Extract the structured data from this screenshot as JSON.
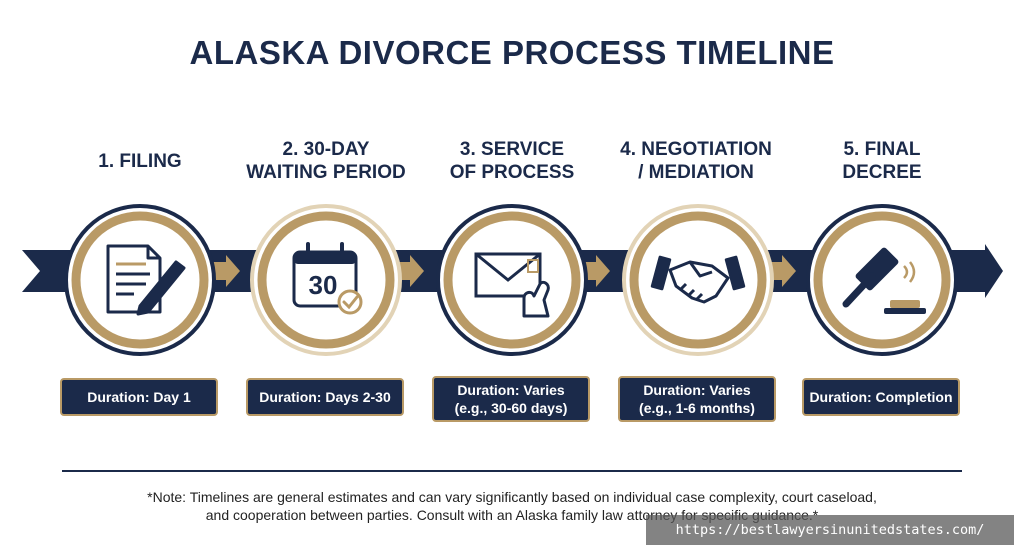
{
  "title": "ALASKA DIVORCE PROCESS TIMELINE",
  "steps": [
    {
      "label_line1": "1. FILING",
      "label_line2": "",
      "duration_line1": "Duration: Day 1",
      "duration_line2": "",
      "icon": "document-pen-icon"
    },
    {
      "label_line1": "2. 30-DAY",
      "label_line2": "WAITING PERIOD",
      "duration_line1": "Duration: Days 2-30",
      "duration_line2": "",
      "icon": "calendar-check-icon",
      "calendar_number": "30"
    },
    {
      "label_line1": "3. SERVICE",
      "label_line2": "OF PROCESS",
      "duration_line1": "Duration: Varies",
      "duration_line2": "(e.g., 30-60 days)",
      "icon": "envelope-hand-icon"
    },
    {
      "label_line1": "4. NEGOTIATION",
      "label_line2": "/ MEDIATION",
      "duration_line1": "Duration: Varies",
      "duration_line2": "(e.g., 1-6 months)",
      "icon": "handshake-icon"
    },
    {
      "label_line1": "5. FINAL",
      "label_line2": "DECREE",
      "duration_line1": "Duration: Completion",
      "duration_line2": "",
      "icon": "gavel-icon"
    }
  ],
  "note_line1": "*Note: Timelines are general estimates and can vary significantly based on individual case complexity, court caseload,",
  "note_line2": "and cooperation between parties. Consult with an Alaska family law attorney for specific guidance.*",
  "watermark": "https://bestlawyersinunitedstates.com/",
  "colors": {
    "navy": "#1b2a4a",
    "gold": "#b99a66",
    "white": "#ffffff"
  }
}
